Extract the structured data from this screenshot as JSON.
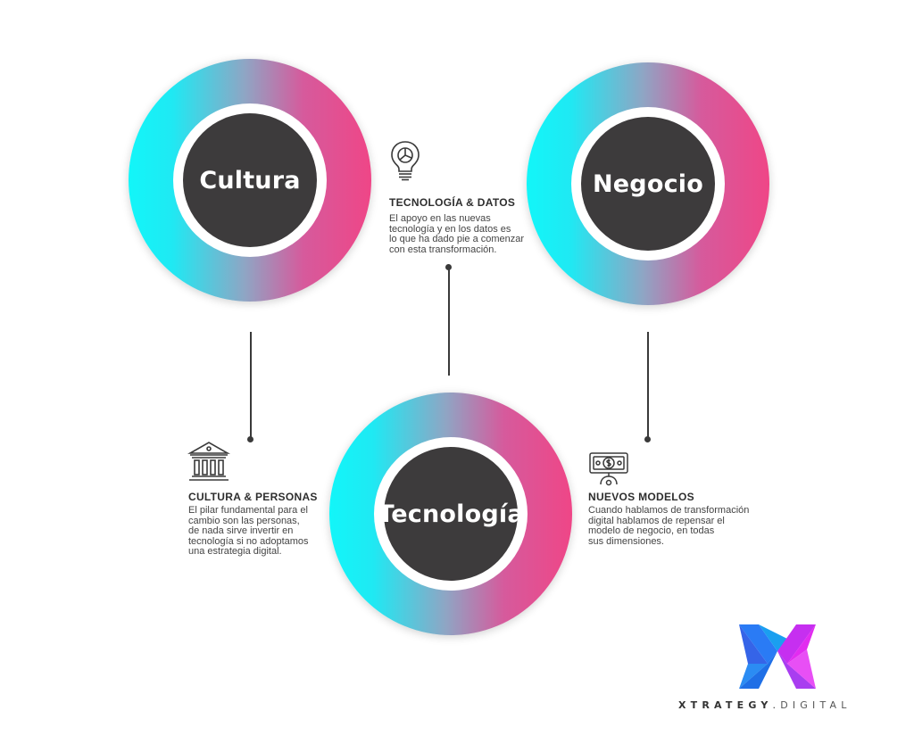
{
  "circles": {
    "cultura": {
      "label": "Cultura"
    },
    "negocio": {
      "label": "Negocio"
    },
    "tecnologia": {
      "label": "Tecnología"
    }
  },
  "blocks": {
    "tecnologia_datos": {
      "title": "TECNOLOGÍA & DATOS",
      "text": "El apoyo en las nuevas\ntecnología y en los datos es\nlo que ha dado pie a comenzar\ncon esta transformación."
    },
    "cultura_personas": {
      "title": "CULTURA & PERSONAS",
      "text": "El pilar fundamental para el\ncambio son las personas,\nde nada sirve invertir en\ntecnología si no adoptamos\nuna estrategia digital."
    },
    "nuevos_modelos": {
      "title": "NUEVOS MODELOS",
      "text": "Cuando hablamos de transformación\ndigital hablamos de repensar el\nmodelo de negocio, en todas\nsus dimensiones."
    }
  },
  "brand": {
    "name_bold": "XTRATEGY",
    "separator": ".",
    "name_thin": "DIGITAL"
  },
  "icons": {
    "bulb": "lightbulb-chart-icon",
    "bank": "bank-building-icon",
    "money": "money-gear-icon",
    "logo": "xtrategy-x-logo"
  },
  "colors": {
    "ring_cyan": "#12f6f9",
    "ring_pink": "#ef4687",
    "core": "#3d3b3c",
    "logo_blue": "#2a7bf5",
    "logo_magenta": "#e22cf0"
  }
}
